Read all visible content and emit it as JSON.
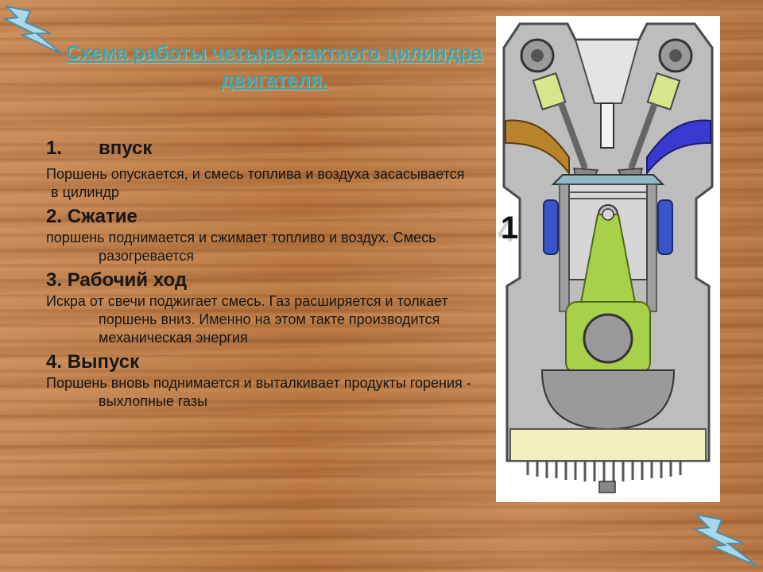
{
  "slide": {
    "title": "Схема работы  четырехтактного цилиндра двигателя.",
    "steps": [
      {
        "number": "1.",
        "name": "впуск",
        "lines": [
          "Поршень опускается, и смесь топлива и воздуха засасывается",
          "в цилиндр"
        ]
      },
      {
        "number": "2.",
        "name": "Сжатие",
        "lines": [
          "поршень поднимается и сжимает  топливо и воздух. Смесь разогревается"
        ]
      },
      {
        "number": "3.",
        "name": "Рабочий ход",
        "lines": [
          "Искра от свечи поджигает смесь. Газ расширяется и толкает поршень вниз. Именно на этом такте производится механическая энергия"
        ]
      },
      {
        "number": "4.",
        "name": "Выпуск",
        "lines": [
          "Поршень вновь поднимается и выталкивает продукты горения - выхлопные газы"
        ]
      }
    ],
    "diagram": {
      "stroke_label": "1",
      "stroke_label_shadow": "4"
    }
  },
  "colors": {
    "title": "#3fa3a8",
    "text": "#161616",
    "engine_gray": "#b7b7b7",
    "piston_rod": "#a8d04a",
    "intake": "#b8832a",
    "exhaust": "#3a3ad0",
    "bolt": "#9fd0e6"
  }
}
